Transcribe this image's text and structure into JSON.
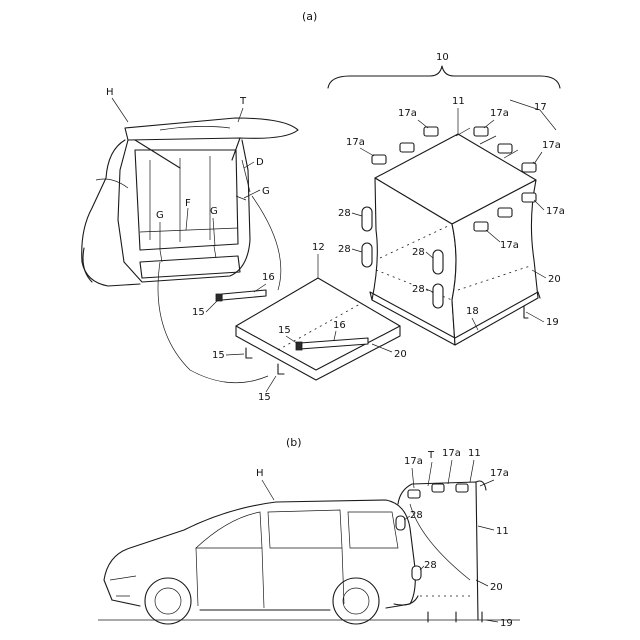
{
  "captions": {
    "a": "(a)",
    "b": "(b)"
  },
  "labels": {
    "n10": "10",
    "n11": "11",
    "n12": "12",
    "n15": "15",
    "n16": "16",
    "n17": "17",
    "n17a": "17a",
    "n18": "18",
    "n19": "19",
    "n20": "20",
    "n28": "28",
    "H": "H",
    "T": "T",
    "D": "D",
    "F": "F",
    "G": "G"
  }
}
